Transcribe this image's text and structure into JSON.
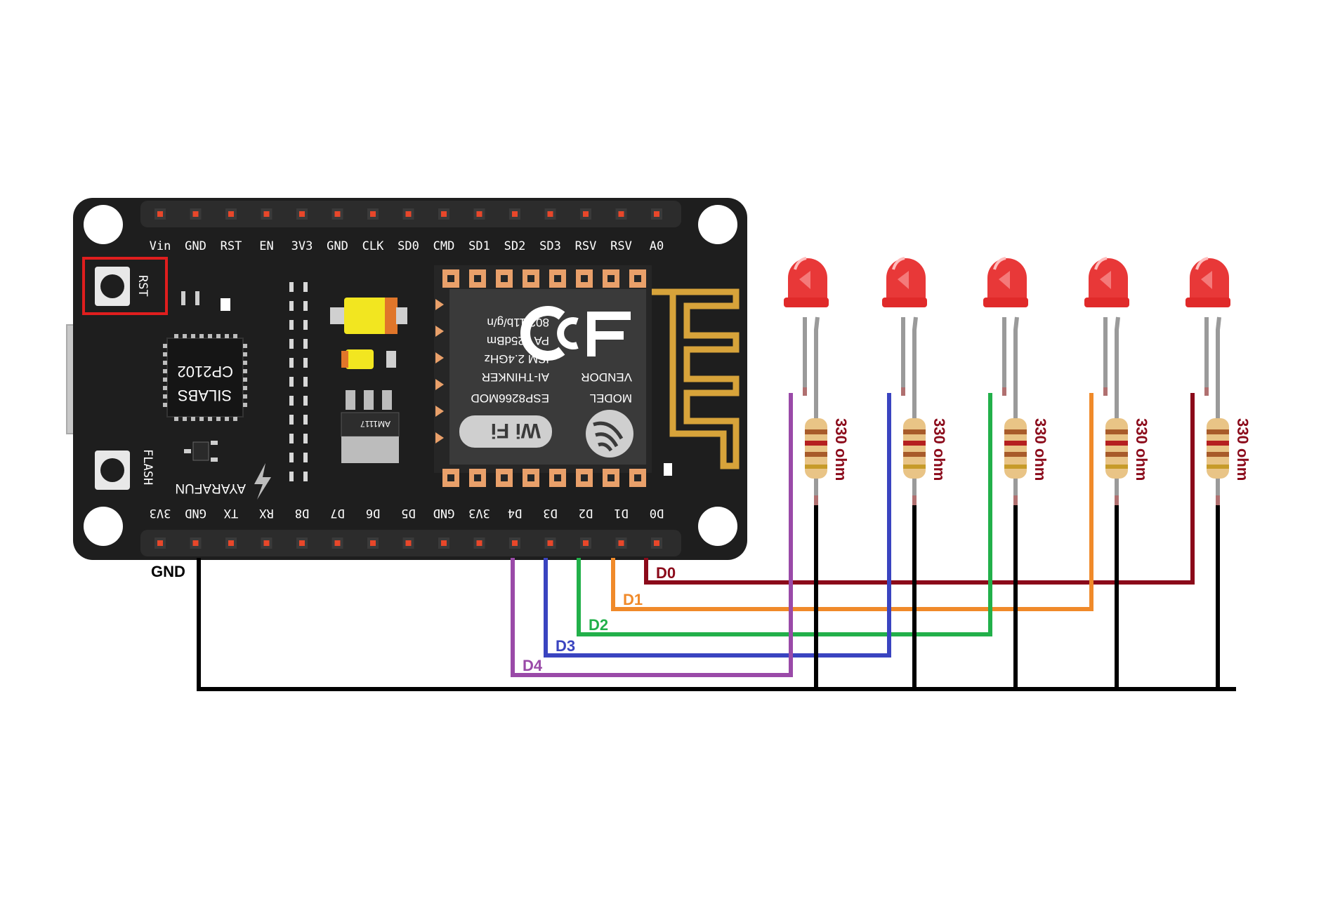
{
  "board": {
    "top_pins": [
      "Vin",
      "GND",
      "RST",
      "EN",
      "3V3",
      "GND",
      "CLK",
      "SD0",
      "CMD",
      "SD1",
      "SD2",
      "SD3",
      "RSV",
      "RSV",
      "A0"
    ],
    "bottom_pins": [
      "3V3",
      "GND",
      "TX",
      "RX",
      "D8",
      "D7",
      "D6",
      "D5",
      "GND",
      "3V3",
      "D4",
      "D3",
      "D2",
      "D1",
      "D0"
    ],
    "rst_button_label": "RST",
    "flash_button_label": "FLASH",
    "usb_chip": {
      "line1": "CP2102",
      "line2": "SILABS"
    },
    "regulator_label": "AM1117",
    "brand_label": "AYARAFUN",
    "module": {
      "model": "MODEL",
      "vendor": "VENDOR",
      "part": "ESP8266MOD",
      "maker": "AI-THINKER",
      "band": "ISM 2.4GHz",
      "power": "PA +25dBm",
      "standard": "802.11b/g/n",
      "fcc": "FCC",
      "wifi": "Wi Fi"
    }
  },
  "wires": {
    "gnd_label": "GND",
    "signals": [
      {
        "label": "D0",
        "color": "#8b0a1a"
      },
      {
        "label": "D1",
        "color": "#f08a2a"
      },
      {
        "label": "D2",
        "color": "#22b04a"
      },
      {
        "label": "D3",
        "color": "#3a44c0"
      },
      {
        "label": "D4",
        "color": "#9a4aa8"
      }
    ],
    "gnd_color": "#000000"
  },
  "leds": [
    {
      "color": "#e83838"
    },
    {
      "color": "#e83838"
    },
    {
      "color": "#e83838"
    },
    {
      "color": "#e83838"
    },
    {
      "color": "#e83838"
    }
  ],
  "resistors": [
    {
      "label": "330 ohm"
    },
    {
      "label": "330 ohm"
    },
    {
      "label": "330 ohm"
    },
    {
      "label": "330 ohm"
    },
    {
      "label": "330 ohm"
    }
  ]
}
